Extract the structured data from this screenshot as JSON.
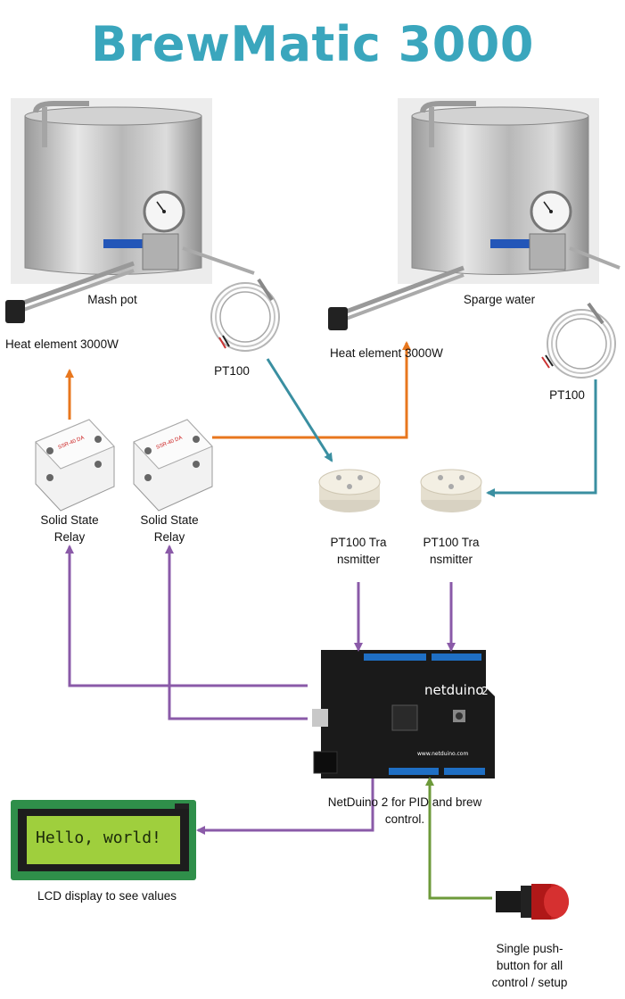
{
  "title": "BrewMatic 3000",
  "components": {
    "mash_pot": "Mash pot",
    "sparge_water": "Sparge water",
    "heat_element_left": "Heat element 3000W",
    "heat_element_right": "Heat element 3000W",
    "pt100_left": "PT100",
    "pt100_right": "PT100",
    "ssr_left": "Solid State Relay",
    "ssr_right": "Solid State Relay",
    "transmitter_left": "PT100 Transmitter",
    "transmitter_right": "PT100 Transmitter",
    "netduino": "NetDuino 2 for PID and brew control.",
    "lcd_label": "LCD display to see values",
    "lcd_screen_text": "Hello, world!",
    "pushbutton": "Single push-button for all control / setup",
    "board_brand": "netduino",
    "board_version": "2",
    "board_url": "www.netduino.com"
  },
  "colors": {
    "title": "#3aa6bd",
    "power_line": "#e8771e",
    "sensor_line": "#3a8fa1",
    "control_line": "#8a5aa8",
    "button_line": "#6d9a3a",
    "lcd_screen": "#9fcf3d",
    "board": "#1a1a1a"
  }
}
